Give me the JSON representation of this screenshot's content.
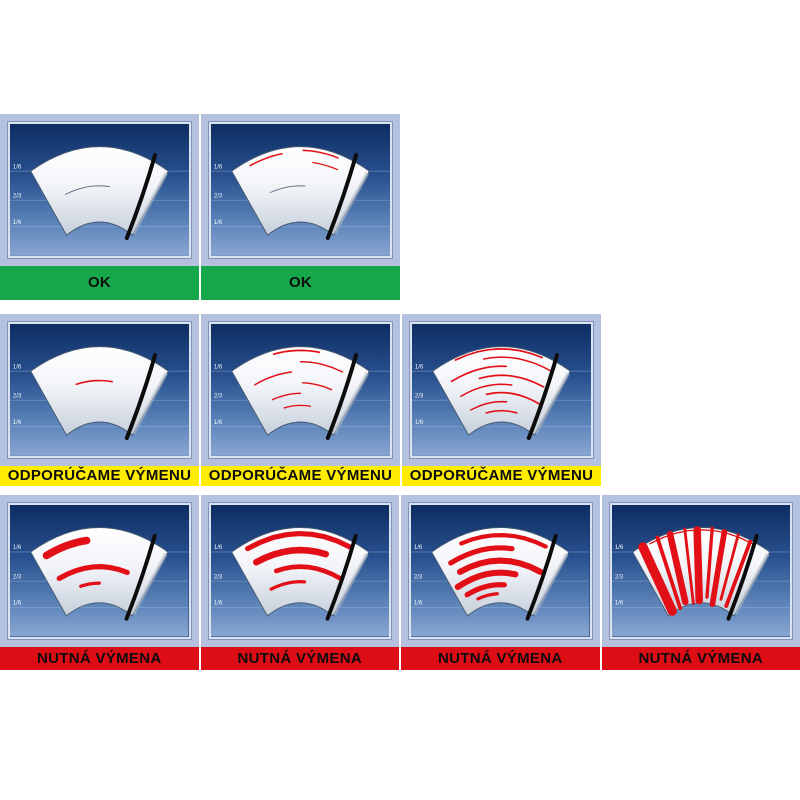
{
  "scale_marks": [
    "1/6",
    "2/3",
    "1/6"
  ],
  "colors": {
    "ok_bar": "#17a74b",
    "recommend_bar": "#ffec00",
    "required_bar": "#dc0d15",
    "cell_bg": "#b4c2e0",
    "screen_top": "#0d2d63",
    "screen_bottom": "#8aa6d2",
    "streak": "#e20f17",
    "blade": "#0c0c0c"
  },
  "rows": [
    {
      "status": "ok",
      "label": "OK",
      "bar_color": "#17a74b",
      "cells": [
        {
          "streaks": [
            {
              "o": "h",
              "t": 0.52,
              "a": 0.16,
              "b": 0.6,
              "w": 1,
              "c": "#5f6b7c"
            }
          ]
        },
        {
          "streaks": [
            {
              "o": "h",
              "t": 0.07,
              "a": 0.12,
              "b": 0.36,
              "w": 1.6
            },
            {
              "o": "h",
              "t": 0.05,
              "a": 0.52,
              "b": 0.78,
              "w": 1.6
            },
            {
              "o": "h",
              "t": 0.2,
              "a": 0.6,
              "b": 0.8,
              "w": 1.3
            },
            {
              "o": "h",
              "t": 0.52,
              "a": 0.2,
              "b": 0.55,
              "w": 0.9,
              "c": "#5f6b7c"
            }
          ]
        }
      ]
    },
    {
      "status": "recommend",
      "label": "ODPORÚČAME VÝMENU",
      "bar_color": "#ffec00",
      "cells": [
        {
          "streaks": [
            {
              "o": "h",
              "t": 0.45,
              "a": 0.28,
              "b": 0.62,
              "w": 1.7
            }
          ]
        },
        {
          "streaks": [
            {
              "o": "h",
              "t": 0.05,
              "a": 0.3,
              "b": 0.64,
              "w": 1.8
            },
            {
              "o": "h",
              "t": 0.2,
              "a": 0.5,
              "b": 0.84,
              "w": 1.5
            },
            {
              "o": "h",
              "t": 0.33,
              "a": 0.1,
              "b": 0.42,
              "w": 1.6
            },
            {
              "o": "h",
              "t": 0.48,
              "a": 0.52,
              "b": 0.8,
              "w": 1.5
            },
            {
              "o": "h",
              "t": 0.62,
              "a": 0.2,
              "b": 0.5,
              "w": 1.5
            },
            {
              "o": "h",
              "t": 0.78,
              "a": 0.3,
              "b": 0.62,
              "w": 1.4
            }
          ]
        },
        {
          "streaks": [
            {
              "o": "h",
              "t": 0.03,
              "a": 0.16,
              "b": 0.8,
              "w": 1.8
            },
            {
              "o": "h",
              "t": 0.14,
              "a": 0.36,
              "b": 0.9,
              "w": 1.6
            },
            {
              "o": "h",
              "t": 0.26,
              "a": 0.08,
              "b": 0.54,
              "w": 1.8
            },
            {
              "o": "h",
              "t": 0.38,
              "a": 0.3,
              "b": 0.88,
              "w": 1.8
            },
            {
              "o": "h",
              "t": 0.5,
              "a": 0.1,
              "b": 0.6,
              "w": 1.6
            },
            {
              "o": "h",
              "t": 0.61,
              "a": 0.34,
              "b": 0.9,
              "w": 1.8
            },
            {
              "o": "h",
              "t": 0.73,
              "a": 0.14,
              "b": 0.56,
              "w": 1.6
            },
            {
              "o": "h",
              "t": 0.85,
              "a": 0.3,
              "b": 0.7,
              "w": 1.6
            }
          ]
        }
      ]
    },
    {
      "status": "required",
      "label": "NUTNÁ VÝMENA",
      "bar_color": "#dc0d15",
      "cells": [
        {
          "streaks": [
            {
              "o": "h",
              "t": 0.16,
              "a": 0.08,
              "b": 0.4,
              "w": 8
            },
            {
              "o": "h",
              "t": 0.52,
              "a": 0.1,
              "b": 0.78,
              "w": 5.5
            },
            {
              "o": "h",
              "t": 0.74,
              "a": 0.28,
              "b": 0.5,
              "w": 3.5
            }
          ]
        },
        {
          "streaks": [
            {
              "o": "h",
              "t": 0.08,
              "a": 0.1,
              "b": 0.88,
              "w": 5.5
            },
            {
              "o": "h",
              "t": 0.3,
              "a": 0.12,
              "b": 0.72,
              "w": 7
            },
            {
              "o": "h",
              "t": 0.52,
              "a": 0.26,
              "b": 0.9,
              "w": 5
            },
            {
              "o": "h",
              "t": 0.72,
              "a": 0.16,
              "b": 0.55,
              "w": 3.5
            }
          ]
        },
        {
          "streaks": [
            {
              "o": "h",
              "t": 0.1,
              "a": 0.2,
              "b": 0.85,
              "w": 4.5
            },
            {
              "o": "h",
              "t": 0.27,
              "a": 0.08,
              "b": 0.6,
              "w": 5.5
            },
            {
              "o": "h",
              "t": 0.44,
              "a": 0.12,
              "b": 0.88,
              "w": 6.5
            },
            {
              "o": "h",
              "t": 0.6,
              "a": 0.05,
              "b": 0.66,
              "w": 6.5
            },
            {
              "o": "h",
              "t": 0.76,
              "a": 0.1,
              "b": 0.55,
              "w": 5.5
            },
            {
              "o": "h",
              "t": 0.88,
              "a": 0.2,
              "b": 0.46,
              "w": 3.5
            }
          ]
        },
        {
          "streaks": [
            {
              "o": "h",
              "t": 0.03,
              "a": 0.12,
              "b": 0.88,
              "w": 1.4
            },
            {
              "o": "v",
              "s": 0.07,
              "t0": 0.02,
              "t1": 0.98,
              "w": 10
            },
            {
              "o": "v",
              "s": 0.18,
              "t0": 0.0,
              "t1": 1.0,
              "w": 4
            },
            {
              "o": "v",
              "s": 0.27,
              "t0": 0.02,
              "t1": 0.95,
              "w": 7
            },
            {
              "o": "v",
              "s": 0.38,
              "t0": 0.0,
              "t1": 1.0,
              "w": 3
            },
            {
              "o": "v",
              "s": 0.47,
              "t0": 0.03,
              "t1": 0.97,
              "w": 8
            },
            {
              "o": "v",
              "s": 0.58,
              "t0": 0.0,
              "t1": 0.92,
              "w": 3.5
            },
            {
              "o": "v",
              "s": 0.67,
              "t0": 0.02,
              "t1": 1.0,
              "w": 6
            },
            {
              "o": "v",
              "s": 0.77,
              "t0": 0.0,
              "t1": 0.9,
              "w": 3
            },
            {
              "o": "v",
              "s": 0.86,
              "t0": 0.02,
              "t1": 0.95,
              "w": 4
            }
          ]
        }
      ]
    }
  ]
}
